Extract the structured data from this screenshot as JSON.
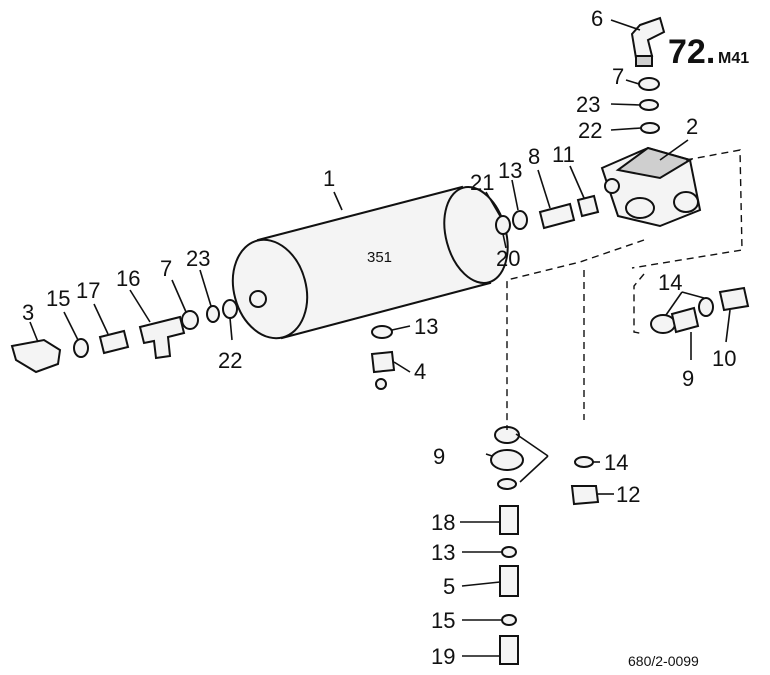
{
  "page_ref": {
    "number": "72.",
    "suffix": "M41"
  },
  "drawing_number": "680/2-0099",
  "tank_label": "351",
  "callouts": {
    "c1": "1",
    "c2": "2",
    "c3": "3",
    "c4": "4",
    "c5": "5",
    "c6": "6",
    "c7a": "7",
    "c7b": "7",
    "c8": "8",
    "c9a": "9",
    "c9b": "9",
    "c10": "10",
    "c11": "11",
    "c12": "12",
    "c13a": "13",
    "c13b": "13",
    "c13c": "13",
    "c14a": "14",
    "c14b": "14",
    "c15a": "15",
    "c15b": "15",
    "c16": "16",
    "c17": "17",
    "c18": "18",
    "c19": "19",
    "c20": "20",
    "c21": "21",
    "c22a": "22",
    "c22b": "22",
    "c23a": "23",
    "c23b": "23"
  }
}
